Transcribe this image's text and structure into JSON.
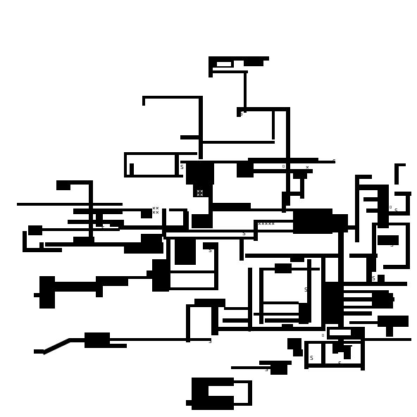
{
  "colors": {
    "wall": "#000000",
    "floor": "#ffffff"
  },
  "map": {
    "title": "",
    "legend": {
      "spawn": {
        "glyph": "S",
        "icon": "spawn-icon"
      },
      "crate": {
        "glyph": "×",
        "icon": "crate-icon"
      },
      "switch": {
        "glyph": "▫",
        "icon": "switch-icon"
      }
    },
    "markers": [
      {
        "kind": "spawn",
        "glyph": "S"
      },
      {
        "kind": "spawn",
        "glyph": "S"
      },
      {
        "kind": "spawn",
        "glyph": "S"
      },
      {
        "kind": "spawn",
        "glyph": "S"
      },
      {
        "kind": "spawn",
        "glyph": "S"
      },
      {
        "kind": "spawn",
        "glyph": "S"
      },
      {
        "kind": "spawn",
        "glyph": "S"
      },
      {
        "kind": "spawn",
        "glyph": "S"
      },
      {
        "kind": "spawn",
        "glyph": "S"
      },
      {
        "kind": "spawn",
        "glyph": "S"
      },
      {
        "kind": "spawn",
        "glyph": "S"
      },
      {
        "kind": "spawn",
        "glyph": "S"
      },
      {
        "kind": "spawn",
        "glyph": "S"
      },
      {
        "kind": "spawn",
        "glyph": "S"
      },
      {
        "kind": "spawn",
        "glyph": "S"
      },
      {
        "kind": "spawn",
        "glyph": "S"
      },
      {
        "kind": "spawn",
        "glyph": "S"
      },
      {
        "kind": "spawn",
        "glyph": "S"
      }
    ]
  }
}
